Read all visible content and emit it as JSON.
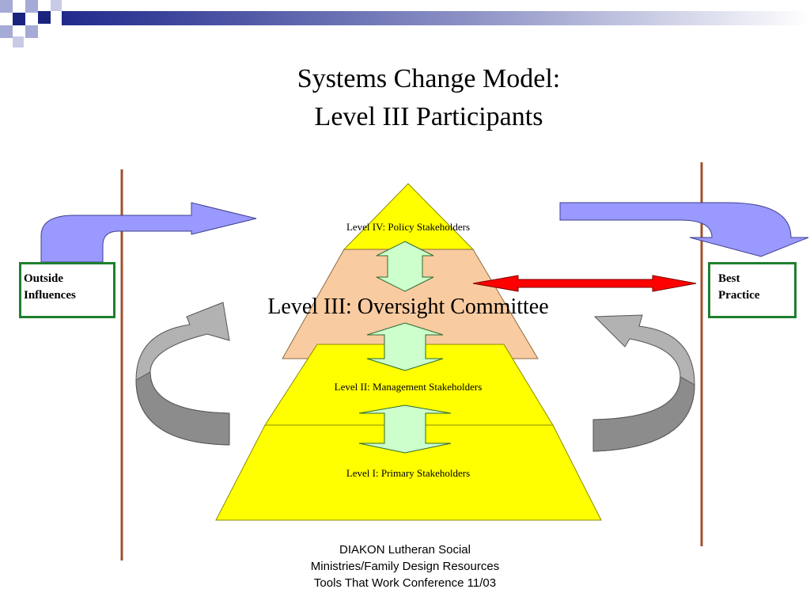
{
  "title": {
    "line1": "Systems Change Model:",
    "line2": "Level III Participants"
  },
  "pyramid": {
    "level4": "Level IV: Policy Stakeholders",
    "level3": "Level III: Oversight Committee",
    "level2": "Level II: Management Stakeholders",
    "level1": "Level I: Primary Stakeholders"
  },
  "boxes": {
    "outside_line1": "Outside",
    "outside_line2": "Influences",
    "best_line1": "Best",
    "best_line2": "Practice"
  },
  "footer": {
    "line1": "DIAKON Lutheran Social",
    "line2": "Ministries/Family Design Resources",
    "line3": "Tools That Work Conference 11/03"
  },
  "colors": {
    "yellow": "#ffff00",
    "peach": "#f9cba0",
    "light_green": "#ccffcc",
    "blue_arrow": "#9999ff",
    "gray_arrow": "#b2b2b2",
    "red_arrow": "#ff0000",
    "brown_line": "#a0502d",
    "box_border": "#1f7f2f"
  }
}
